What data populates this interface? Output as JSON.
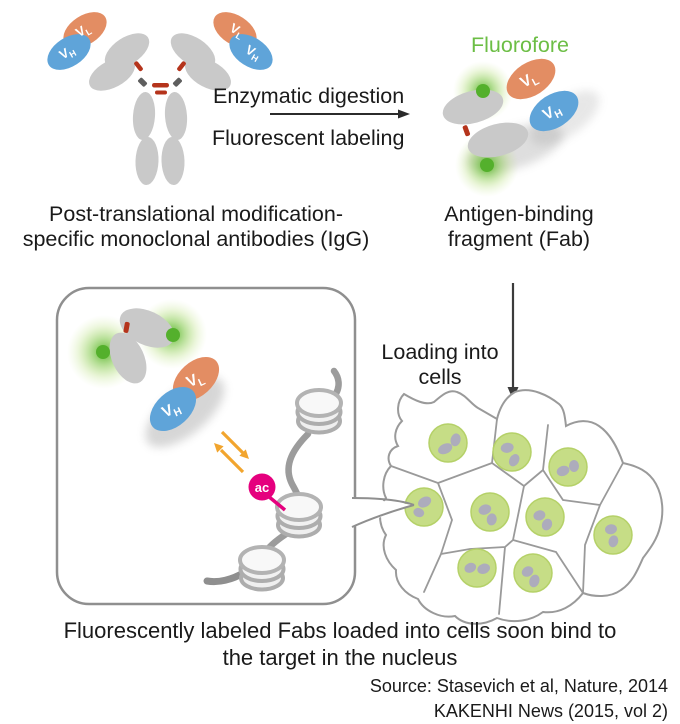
{
  "top": {
    "arrow_label_line1": "Enzymatic digestion",
    "arrow_label_line2": "Fluorescent labeling",
    "fluorophore_label": "Fluorofore",
    "igg_caption_line1": "Post-translational modification-",
    "igg_caption_line2": "specific monoclonal antibodies (IgG)",
    "fab_caption_line1": "Antigen-binding",
    "fab_caption_line2": "fragment (Fab)"
  },
  "labels": {
    "v": "V",
    "l": "L",
    "h": "H",
    "ac": "ac"
  },
  "loading": {
    "line1": "Loading into",
    "line2": "cells"
  },
  "bottom": {
    "caption_line1": "Fluorescently labeled Fabs loaded into cells soon bind to",
    "caption_line2": "the target in the nucleus",
    "source_line1": "Source: Stasevich et al, Nature, 2014",
    "source_line2": "KAKENHI News (2015, vol 2)"
  },
  "colors": {
    "vl_salmon": "#e38d63",
    "vh_blue": "#5fa4d9",
    "antibody_gray": "#c9c9c9",
    "disulfide_red": "#b5341c",
    "fluorophore_text_green": "#6cbe45",
    "fluorophore_dot_green": "#54b02c",
    "nucleus_green": "#c6dd86",
    "nucleoli_gray": "#adacbc",
    "acetyl_pink": "#e5007e",
    "equilibrium_arrow_orange": "#f2a52e",
    "dna_gray": "#9c9c9c",
    "cell_border_gray": "#9a9a9a",
    "callout_border_gray": "#8f8f8f"
  }
}
